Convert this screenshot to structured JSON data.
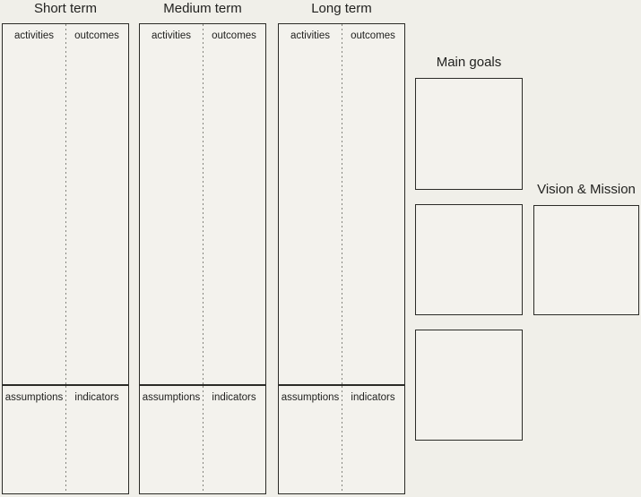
{
  "palette": {
    "background": "#f0efe9",
    "box_fill": "#f3f2ed",
    "border": "#2b2b27",
    "dotted_divider": "#84847d",
    "text": "#222220"
  },
  "columns": [
    {
      "title": "Short term",
      "top_left_label": "activities",
      "top_right_label": "outcomes",
      "bottom_left_label": "assumptions",
      "bottom_right_label": "indicators"
    },
    {
      "title": "Medium term",
      "top_left_label": "activities",
      "top_right_label": "outcomes",
      "bottom_left_label": "assumptions",
      "bottom_right_label": "indicators"
    },
    {
      "title": "Long term",
      "top_left_label": "activities",
      "top_right_label": "outcomes",
      "bottom_left_label": "assumptions",
      "bottom_right_label": "indicators"
    }
  ],
  "right_panel": {
    "main_goals_label": "Main goals",
    "main_goals_box_count": 3,
    "vision_label": "Vision & Mission"
  }
}
